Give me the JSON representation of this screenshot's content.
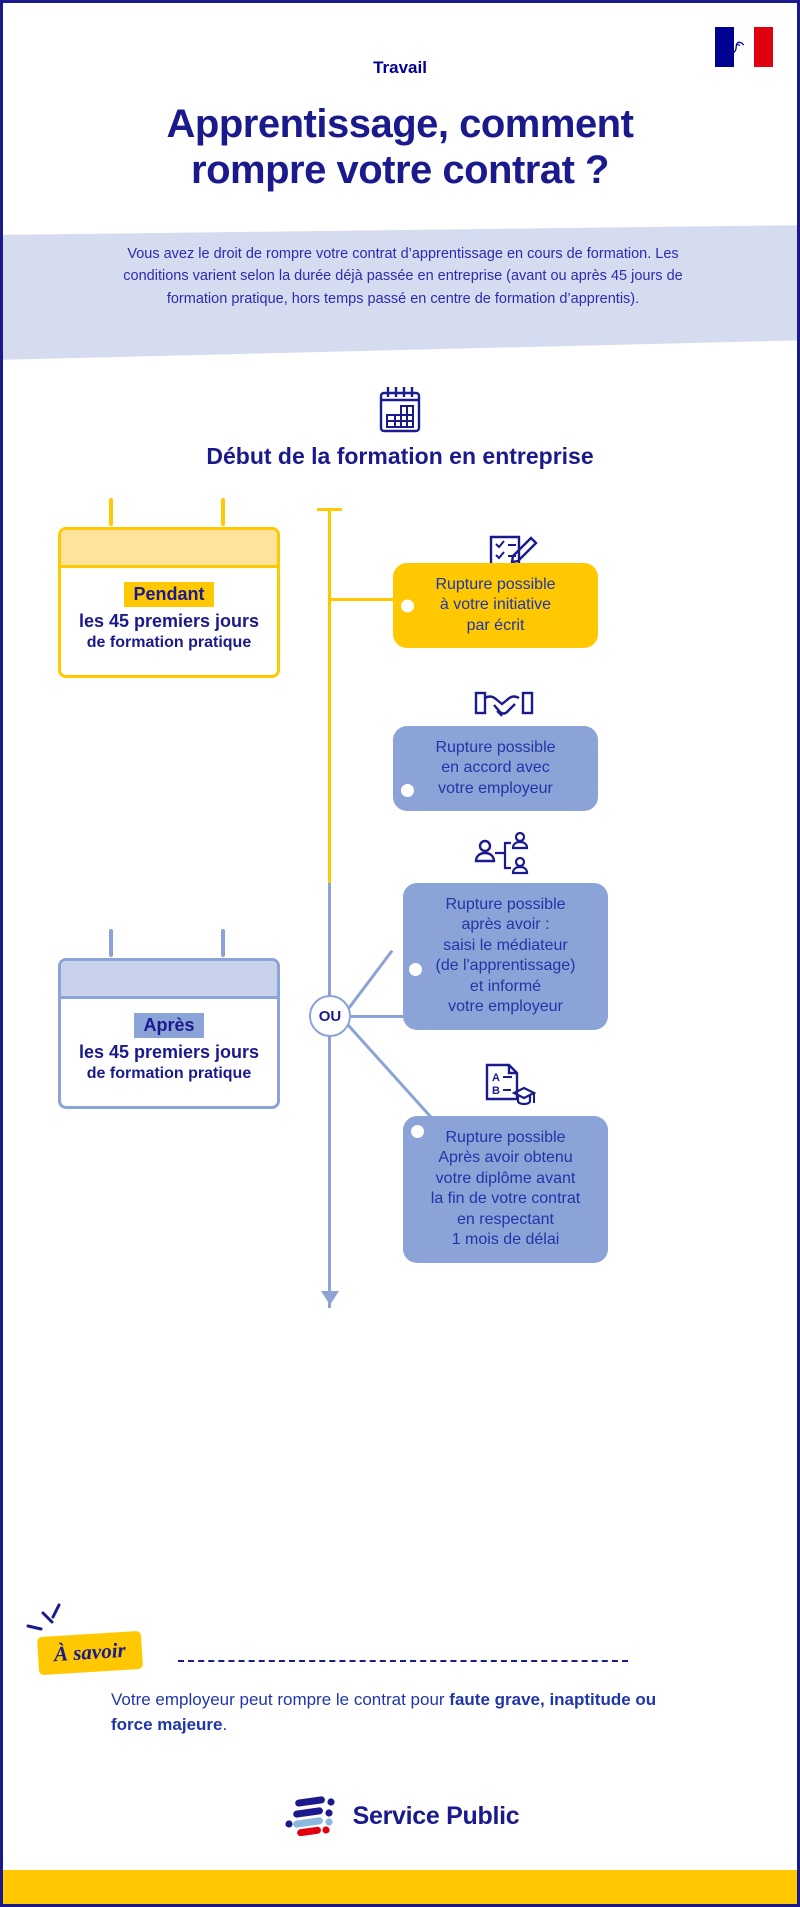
{
  "header": {
    "flag_alt": "french-republic-flag",
    "eyebrow": "Travail",
    "title_line1": "Apprentissage, comment",
    "title_line2": "rompre votre contrat ?"
  },
  "intro": {
    "text": "Vous avez le droit de rompre votre contrat d’apprentissage en cours de formation. Les conditions varient selon la durée déjà passée en entreprise (avant ou après 45 jours de formation pratique, hors temps passé en centre de formation d’apprentis)."
  },
  "section": {
    "icon": "calendar-icon",
    "heading": "Début de la formation en entreprise"
  },
  "timeline": {
    "junction_label": "OU",
    "periods": [
      {
        "id": "pendant",
        "chip": "Pendant",
        "line1": "les 45 premiers jours",
        "line2": "de formation pratique",
        "color": "#ffc800"
      },
      {
        "id": "apres",
        "chip": "Après",
        "line1": "les 45 premiers jours",
        "line2": "de formation pratique",
        "color": "#8ba3d6"
      }
    ],
    "outcomes": [
      {
        "id": "initiative",
        "icon": "checklist-pencil-icon",
        "lines": [
          "Rupture possible",
          "à votre initiative",
          "par écrit"
        ],
        "color": "#ffc800"
      },
      {
        "id": "accord-employeur",
        "icon": "handshake-icon",
        "lines": [
          "Rupture possible",
          "en accord avec",
          "votre employeur"
        ],
        "color": "#8ba3d6"
      },
      {
        "id": "mediateur",
        "icon": "mediation-people-icon",
        "lines": [
          "Rupture possible",
          "après avoir :",
          "saisi le médiateur",
          "(de l'apprentissage)",
          "et informé",
          "votre employeur"
        ],
        "color": "#8ba3d6"
      },
      {
        "id": "diplome",
        "icon": "diploma-document-icon",
        "lines": [
          "Rupture possible",
          "Après avoir obtenu",
          "votre diplôme avant",
          "la fin de votre contrat",
          "en respectant",
          "1 mois de délai"
        ],
        "color": "#8ba3d6"
      }
    ]
  },
  "note": {
    "badge": "À savoir",
    "text_before": "Votre employeur peut rompre le contrat pour ",
    "text_bold": "faute grave, inaptitude ou force majeure",
    "text_after": "."
  },
  "brand": {
    "logo": "service-public-logo",
    "name": "Service Public"
  },
  "colors": {
    "yellow": "#ffc800",
    "blue_dark": "#1a1a8c",
    "blue_mid": "#1f36a8",
    "blue_light": "#8ba3d6",
    "band": "#d5dcf0"
  }
}
